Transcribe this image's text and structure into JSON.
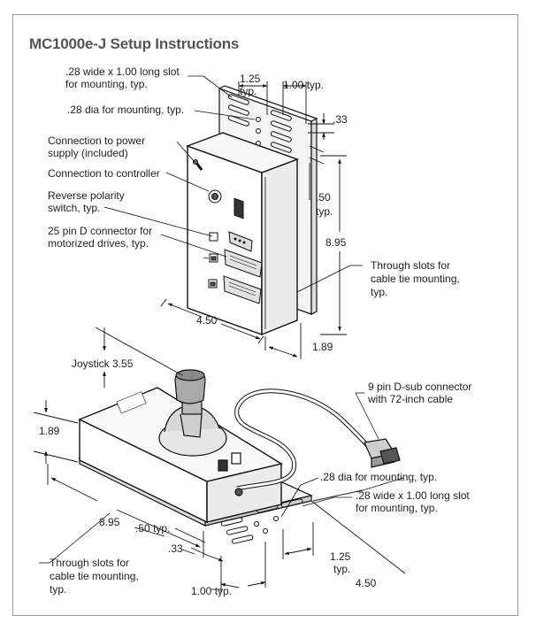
{
  "title": "MC1000e-J Setup Instructions",
  "top_unit": {
    "callouts": {
      "slot": [
        ".28 wide x 1.00 long slot",
        "for mounting, typ."
      ],
      "hole": ".28 dia for mounting, typ.",
      "power": [
        "Connection to power",
        "supply (included)"
      ],
      "controller": "Connection to controller",
      "polarity": [
        "Reverse polarity",
        "switch, typ."
      ],
      "dconn": [
        "25 pin D connector for",
        "motorized drives, typ."
      ],
      "cable_tie": [
        "Through slots for",
        "cable tie mounting,",
        "typ."
      ]
    },
    "dims": {
      "slot_spacing": [
        "1.25",
        "typ."
      ],
      "slot_length": "1.00 typ.",
      "edge": ".33",
      "offset": [
        ".50",
        "typ."
      ],
      "height": "8.95",
      "width": "4.50",
      "depth": "1.89"
    }
  },
  "bottom_unit": {
    "callouts": {
      "joystick": "Joystick 3.55",
      "dsub": [
        "9 pin D-sub connector",
        "with 72-inch cable"
      ],
      "hole": ".28 dia for mounting, typ.",
      "slot": [
        ".28 wide x 1.00 long slot",
        "for mounting, typ."
      ],
      "cable_tie": [
        "Through slots for",
        "cable tie mounting,",
        "typ."
      ]
    },
    "dims": {
      "height": "1.89",
      "length": "8.95",
      "offset": ".50 typ.",
      "edge": ".33",
      "slot_spacing": [
        "1.25",
        "typ."
      ],
      "width": "4.50",
      "slot_length": "1.00 typ."
    }
  }
}
